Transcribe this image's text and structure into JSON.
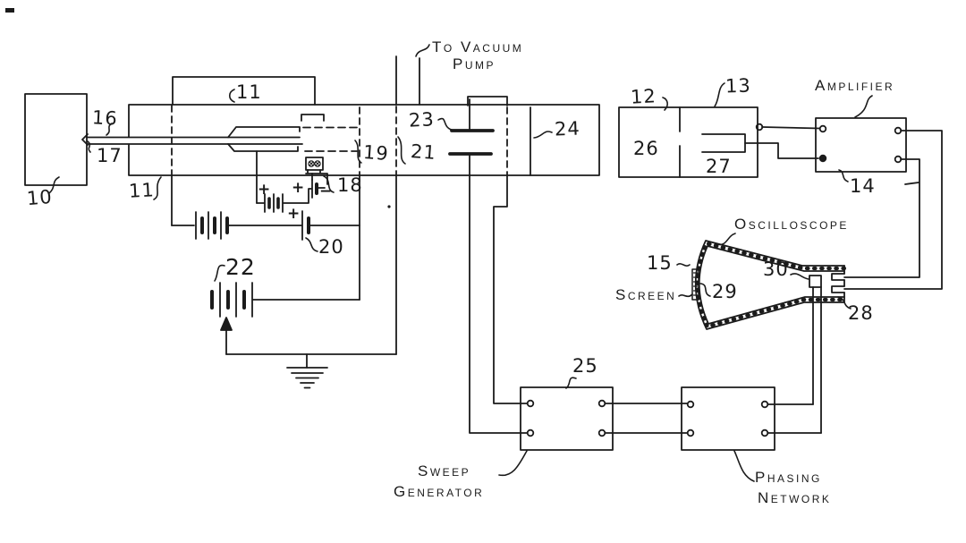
{
  "figure_labels": {
    "to_vacuum_pump_line1": "To Vacuum",
    "to_vacuum_pump_line2": "Pump",
    "amplifier": "Amplifier",
    "oscilloscope": "Oscilloscope",
    "screen": "Screen",
    "sweep_generator_line1": "Sweep",
    "sweep_generator_line2": "Generator",
    "phasing_network_line1": "Phasing",
    "phasing_network_line2": "Network"
  },
  "reference_numerals": {
    "r10": "10",
    "r11_top": "11",
    "r11_left": "11",
    "r12": "12",
    "r13": "13",
    "r14": "14",
    "r15": "15",
    "r16": "16",
    "r17": "17",
    "r18": "18",
    "r19": "19",
    "r20": "20",
    "r21": "21",
    "r22": "22",
    "r23": "23",
    "r24": "24",
    "r25": "25",
    "r26": "26",
    "r27": "27",
    "r28": "28",
    "r29": "29",
    "r30": "30"
  },
  "polarity_marks": {
    "ion_battery_plus": "+",
    "battery_18_plus": "+",
    "battery_18_minus": "−",
    "battery_20_plus": "+"
  },
  "colors": {
    "ink": "#1b1b1b",
    "paper": "#ffffff"
  }
}
